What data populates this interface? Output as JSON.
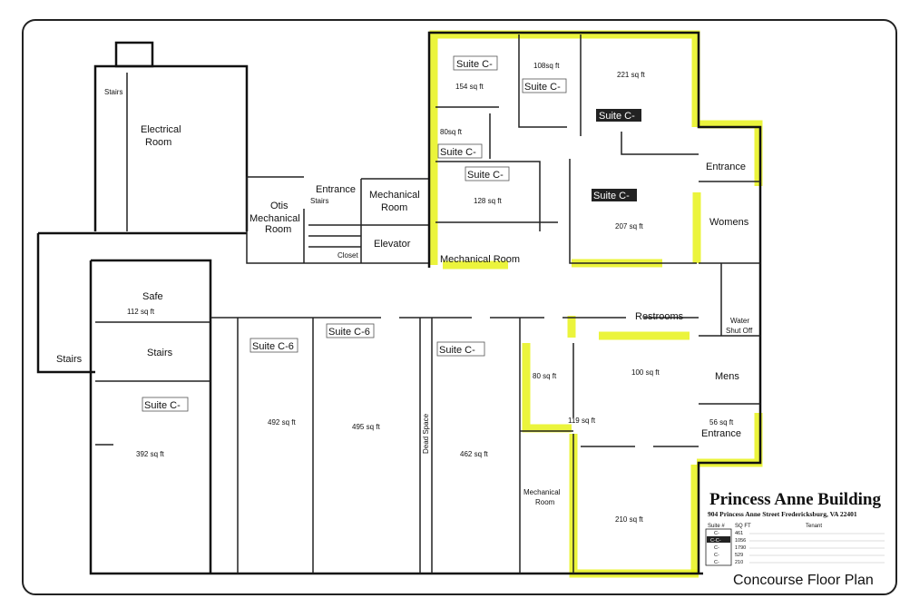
{
  "building": {
    "name": "Princess Anne Building",
    "address": "904 Princess Anne Street Fredericksburg, VA 22401",
    "plan_title": "Concourse Floor Plan"
  },
  "highlight_color": "#e8f21a",
  "rooms": {
    "stairs_top": "Stairs",
    "electrical_1": "Electrical",
    "electrical_2": "Room",
    "otis_1": "Otis",
    "otis_2": "Mechanical",
    "otis_3": "Room",
    "entrance_stairs_1": "Entrance",
    "entrance_stairs_2": "Stairs",
    "closet": "Closet",
    "mech_1": "Mechanical",
    "mech_2": "Room",
    "elevator": "Elevator",
    "mech_room_yellow": "Mechanical Room",
    "safe": "Safe",
    "safe_area": "112 sq ft",
    "stairs_mid": "Stairs",
    "stairs_left": "Stairs",
    "dead_space": "Dead Space",
    "mech_bottom_1": "Mechanical",
    "mech_bottom_2": "Room",
    "entrance_top": "Entrance",
    "womens": "Womens",
    "restrooms": "Restrooms",
    "water_1": "Water",
    "water_2": "Shut Off",
    "mens": "Mens",
    "entrance_bottom": "Entrance",
    "entrance_bottom_area": "56 sq ft"
  },
  "suites": [
    {
      "label": "Suite C-",
      "area": "154 sq ft"
    },
    {
      "label": "Suite C-",
      "area": "108sq ft"
    },
    {
      "label": "",
      "area": "221 sq ft"
    },
    {
      "label": "Suite C-",
      "area": ""
    },
    {
      "label": "Suite C-",
      "area": "80sq ft"
    },
    {
      "label": "Suite C-",
      "area": "128 sq ft"
    },
    {
      "label": "Suite C-",
      "area": "207 sq ft"
    },
    {
      "label": "Suite C-",
      "area": "392 sq ft"
    },
    {
      "label": "Suite C-6",
      "area": "492 sq ft"
    },
    {
      "label": "Suite C-6",
      "area": "495 sq ft"
    },
    {
      "label": "Suite C-",
      "area": "462 sq ft"
    },
    {
      "label": "",
      "area": "80 sq ft"
    },
    {
      "label": "",
      "area": "100 sq ft"
    },
    {
      "label": "",
      "area": "119 sq ft"
    },
    {
      "label": "",
      "area": "210 sq ft"
    }
  ],
  "legend": {
    "headers": [
      "Suite #",
      "SQ FT",
      "Tenant"
    ],
    "rows": [
      {
        "suite": "C-",
        "sqft": "461"
      },
      {
        "suite": "C-C-",
        "sqft": "1056"
      },
      {
        "suite": "C-",
        "sqft": "1790"
      },
      {
        "suite": "C-",
        "sqft": "529"
      },
      {
        "suite": "C-",
        "sqft": "210"
      }
    ]
  }
}
